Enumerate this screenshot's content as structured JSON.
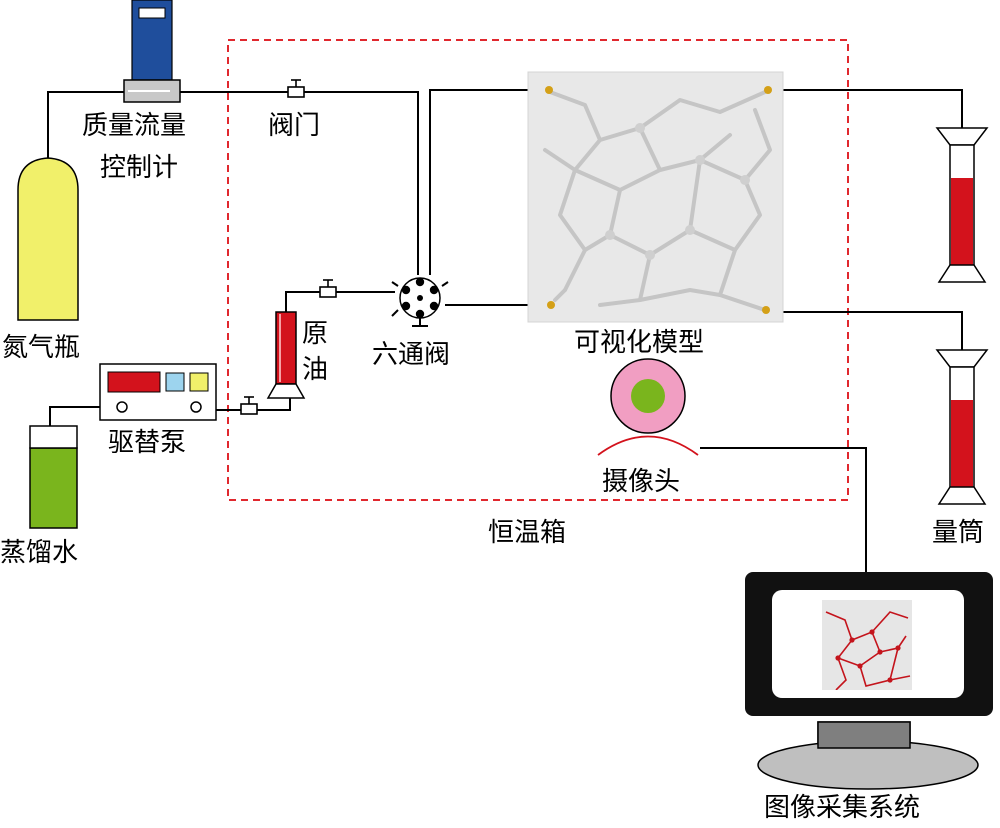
{
  "labels": {
    "mass_flow_1": "质量流量",
    "mass_flow_2": "控制计",
    "valve": "阀门",
    "nitrogen": "氮气瓶",
    "crude_1": "原",
    "crude_2": "油",
    "six_way": "六通阀",
    "model": "可视化模型",
    "pump": "驱替泵",
    "water": "蒸馏水",
    "camera": "摄像头",
    "oven": "恒温箱",
    "cylinder": "量筒",
    "system": "图像采集系统"
  },
  "colors": {
    "oven_border": "#e0282e",
    "cylinder_gas": "#f1f06a",
    "flow_controller": "#1f4e9c",
    "oil": "#d3121c",
    "water": "#7ab51d",
    "camera_ring": "#f19ec2",
    "camera_lens": "#7ab51d",
    "monitor": "#111111",
    "model_plate": "#e6e6e6"
  },
  "icons": [
    "valve-icon",
    "gas-cylinder-icon",
    "mass-flow-controller-icon",
    "pump-icon",
    "six-way-valve-icon",
    "camera-icon",
    "monitor-icon",
    "measuring-cylinder-icon"
  ]
}
